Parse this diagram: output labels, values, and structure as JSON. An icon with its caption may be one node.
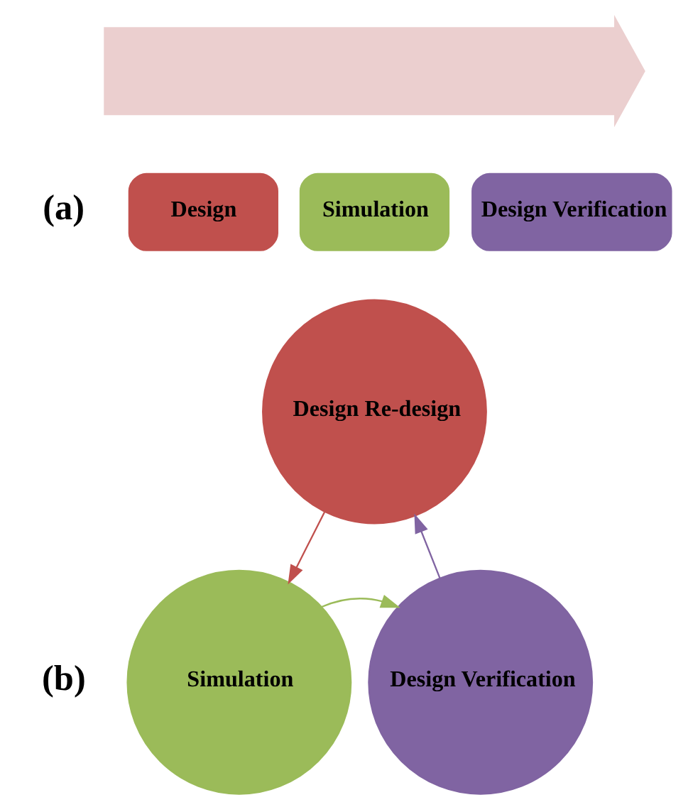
{
  "diagram": {
    "nodes": [
      {
        "text": [],
        "shape": "arrow"
      },
      {
        "text": [
          "Design"
        ]
      },
      {
        "text": [
          "Simulation"
        ]
      },
      {
        "text": [
          "Design Verification"
        ]
      },
      {
        "text": [
          "Design Re-design"
        ]
      },
      {
        "text": [
          "Simulation"
        ]
      },
      {
        "text": [
          "Design Verification"
        ]
      }
    ],
    "edges": [
      {
        "from": 4,
        "to": 5,
        "arrow": "to",
        "color": "#c0504d"
      },
      {
        "from": 5,
        "to": 6,
        "arrow": "to",
        "color": "#9bbb59"
      },
      {
        "from": 6,
        "to": 4,
        "arrow": "to",
        "color": "#8064a2"
      }
    ],
    "labels": [
      "(a)",
      "(b)"
    ]
  }
}
